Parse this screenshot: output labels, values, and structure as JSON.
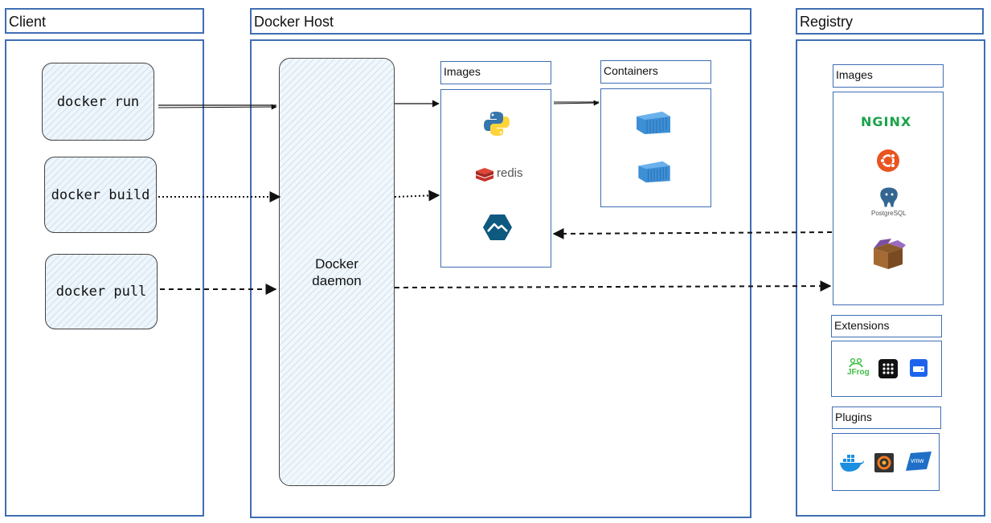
{
  "client": {
    "title": "Client",
    "commands": [
      {
        "label": "docker run"
      },
      {
        "label": "docker build"
      },
      {
        "label": "docker pull"
      }
    ]
  },
  "host": {
    "title": "Docker Host",
    "daemon_line1": "Docker",
    "daemon_line2": "daemon",
    "images_title": "Images",
    "containers_title": "Containers",
    "image_icons": [
      "python-icon",
      "redis-icon",
      "alpine-icon"
    ],
    "redis_text": "redis",
    "container_icons": [
      "container-icon",
      "container-icon"
    ]
  },
  "registry": {
    "title": "Registry",
    "images_title": "Images",
    "nginx_text": "NGINX",
    "postgres_text": "PostgreSQL",
    "extensions_title": "Extensions",
    "jfrog_text": "JFrog",
    "plugins_title": "Plugins",
    "vmw_text": "vmw"
  },
  "colors": {
    "frame": "#3f6eb3",
    "container_blue": "#3d8fd6",
    "nginx_green": "#1aa34a",
    "ubuntu_orange": "#e95420",
    "redis_red": "#c6302b",
    "alpine_blue": "#0d597f",
    "python_blue": "#3776ab",
    "python_yellow": "#ffd43b"
  }
}
